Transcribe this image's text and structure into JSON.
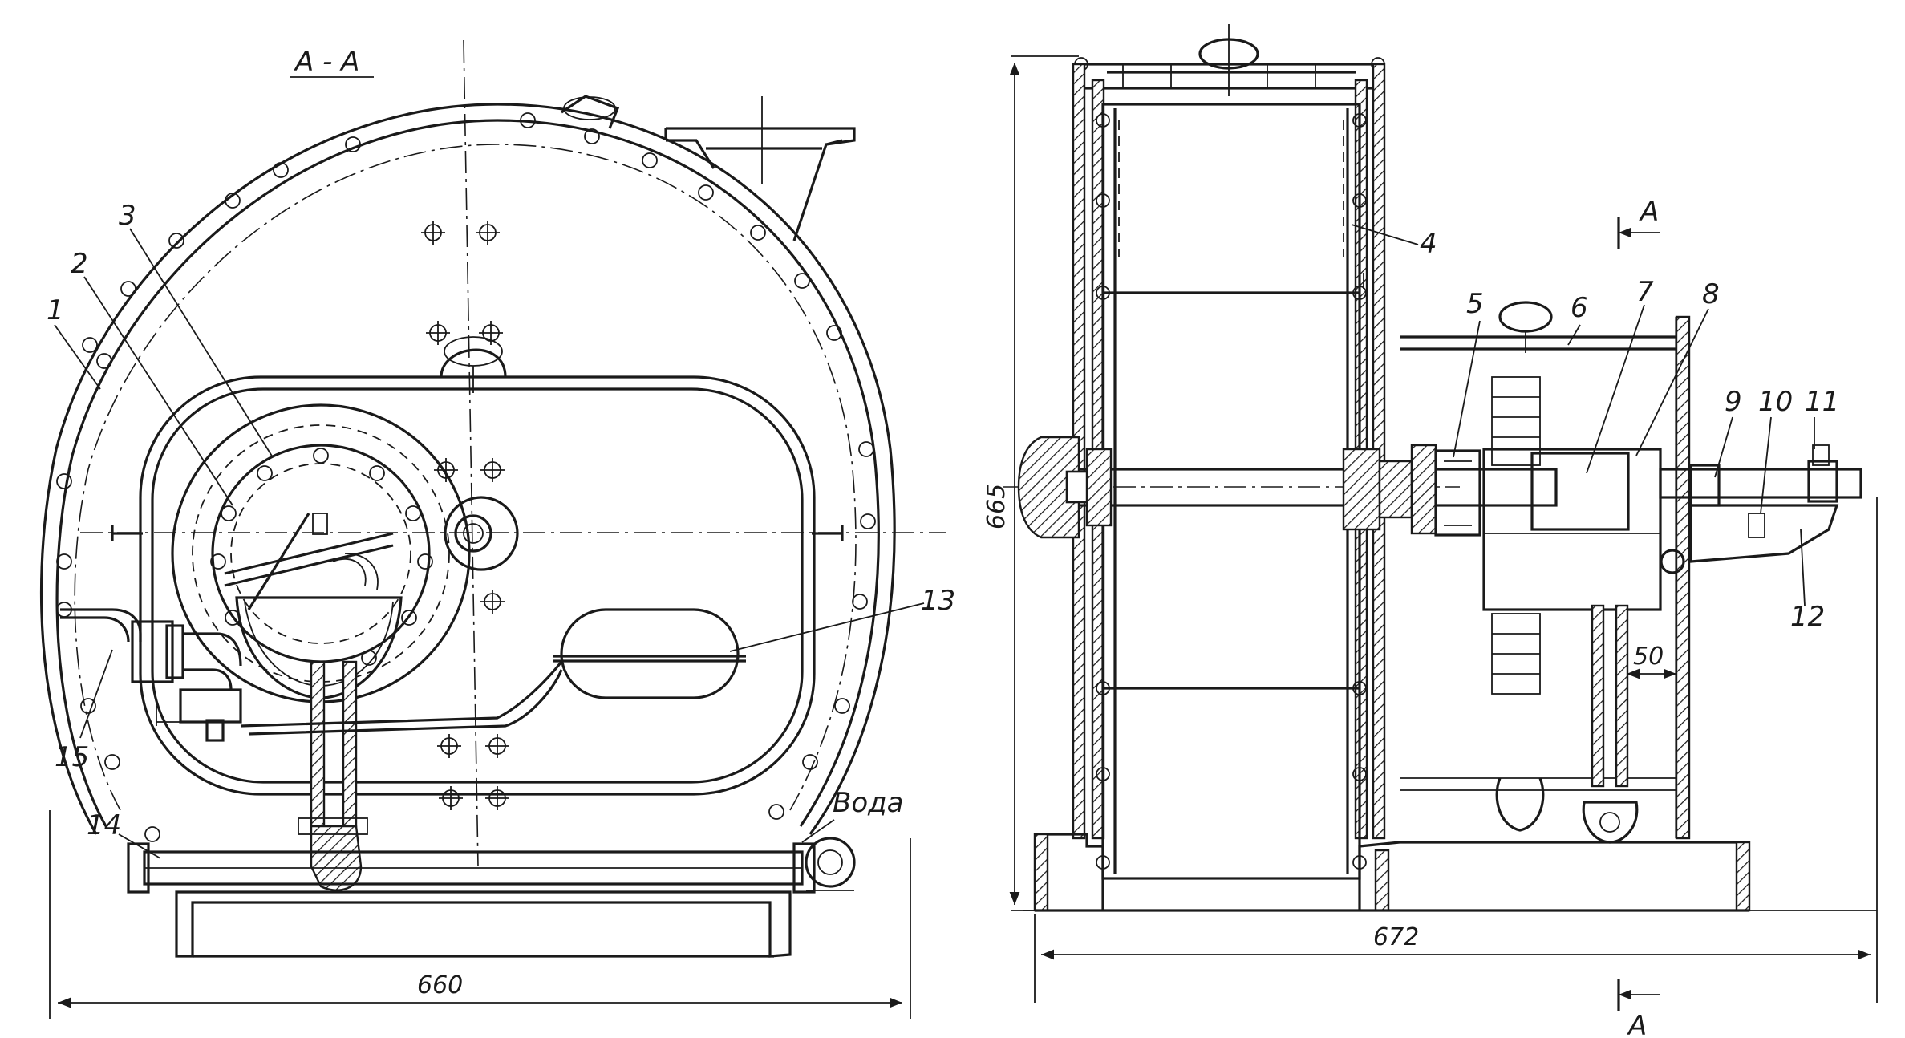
{
  "section_label": "A - A",
  "water_label": "Вода",
  "section_marker": "A",
  "dimensions": {
    "width_front": "660",
    "width_side": "672",
    "height": "665",
    "offset": "50"
  },
  "part_numbers": [
    "1",
    "2",
    "3",
    "4",
    "5",
    "6",
    "7",
    "8",
    "9",
    "10",
    "11",
    "12",
    "13",
    "14",
    "15"
  ]
}
